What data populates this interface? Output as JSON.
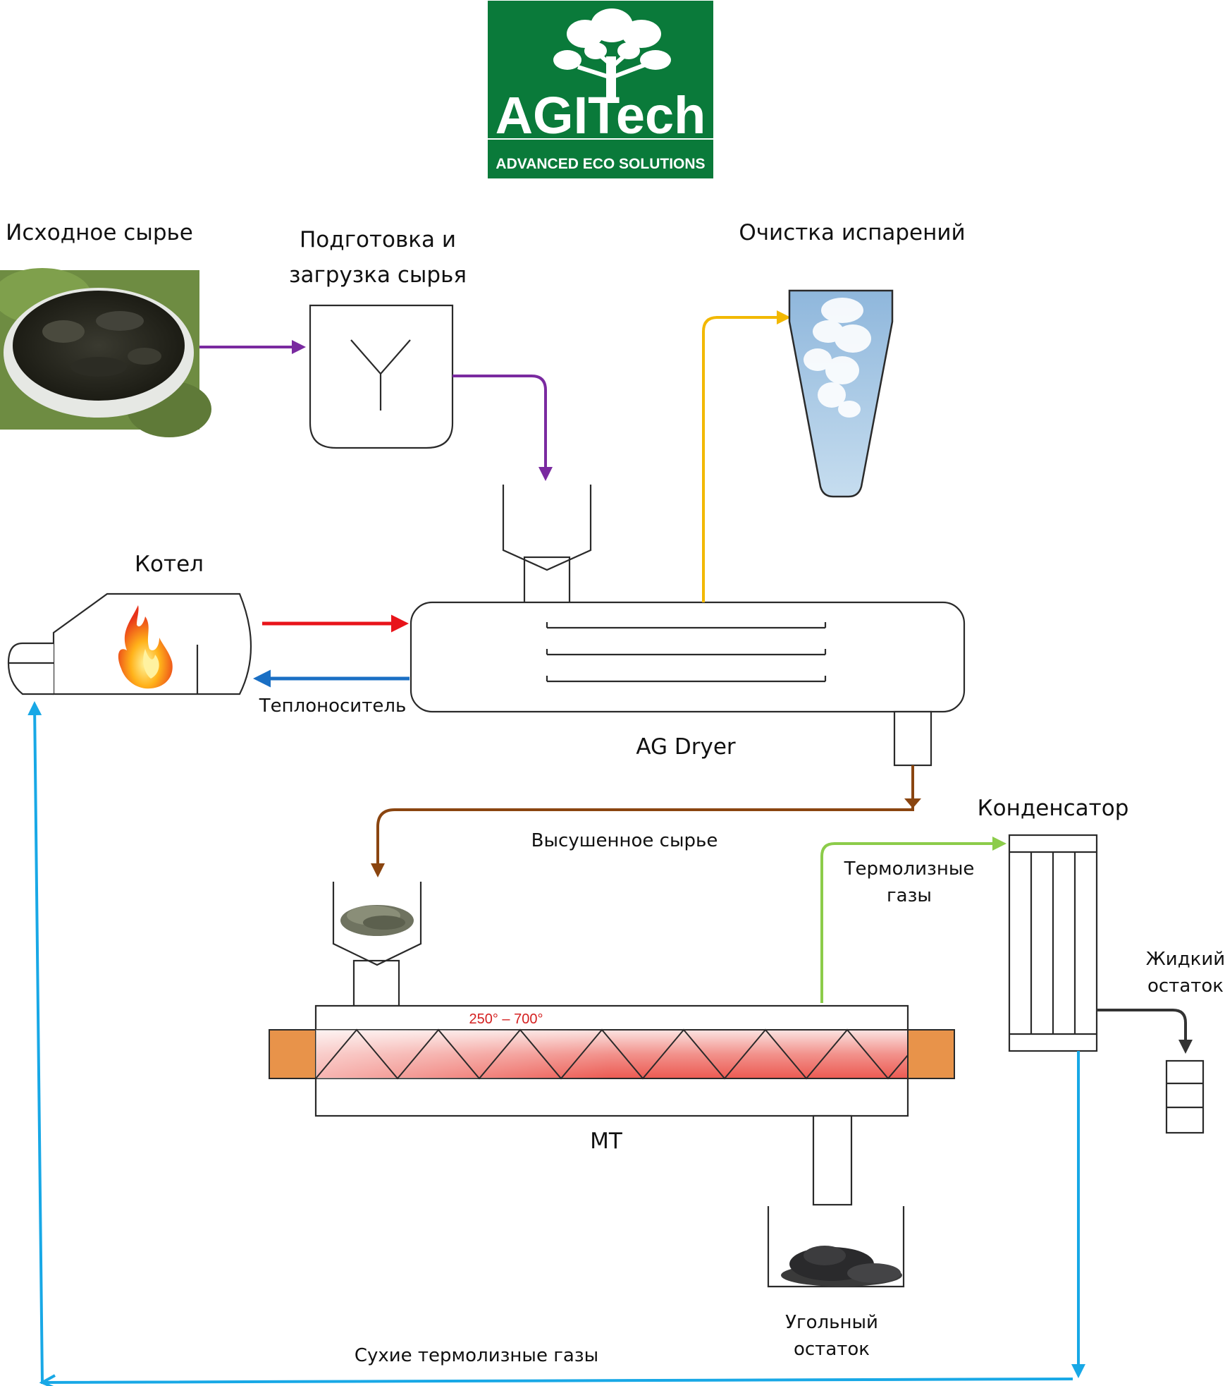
{
  "logo": {
    "wordmark": "AGITech",
    "tagline": "ADVANCED ECO SOLUTIONS",
    "color": "#0a7a3a"
  },
  "labels": {
    "raw_material": "Исходное сырье",
    "prep_line1": "Подготовка и",
    "prep_line2": "загрузка сырья",
    "vapor_cleaning": "Очистка испарений",
    "boiler": "Котел",
    "heat_carrier": "Теплоноситель",
    "dryer": "AG Dryer",
    "dried_material": "Высушенное сырье",
    "condenser": "Конденсатор",
    "thermo_gases_line1": "Термолизные",
    "thermo_gases_line2": "газы",
    "liquid_line1": "Жидкий",
    "liquid_line2": "остаток",
    "temperature": "250° – 700°",
    "mt": "MT",
    "char_line1": "Угольный",
    "char_line2": "остаток",
    "dry_gases": "Сухие термолизные газы"
  },
  "flow_colors": {
    "raw_feed": "#7a2aa0",
    "vapors": "#f2b800",
    "hot_carrier": "#e8141a",
    "return_carrier": "#1a6fc4",
    "dried_feed": "#8a4510",
    "thermo_gases": "#8ccc4a",
    "liquid": "#333333",
    "dry_gases": "#18a8e6"
  },
  "icons": [
    "logo-tree-icon",
    "raw-material-photo",
    "flame-icon",
    "cloud-icon",
    "dried-powder-icon",
    "char-pile-icon"
  ]
}
